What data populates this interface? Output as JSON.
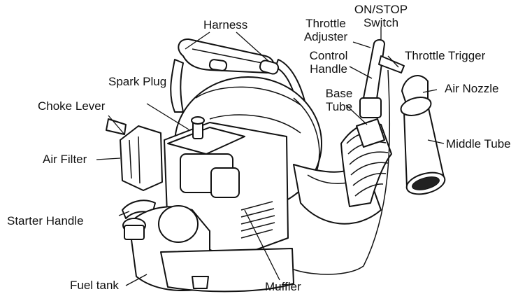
{
  "labels": {
    "harness": "Harness",
    "throttle_adjuster_1": "Throttle",
    "throttle_adjuster_2": "Adjuster",
    "on_stop_1": "ON/STOP",
    "on_stop_2": "Switch",
    "control_handle_1": "Control",
    "control_handle_2": "Handle",
    "throttle_trigger": "Throttle Trigger",
    "spark_plug": "Spark Plug",
    "base_tube_1": "Base",
    "base_tube_2": "Tube",
    "air_nozzle": "Air Nozzle",
    "choke_lever": "Choke Lever",
    "air_filter": "Air Filter",
    "middle_tube": "Middle Tube",
    "starter_handle": "Starter Handle",
    "fuel_tank": "Fuel tank",
    "muffler": "Muffler"
  },
  "colors": {
    "ink": "#111111",
    "background": "#ffffff"
  }
}
